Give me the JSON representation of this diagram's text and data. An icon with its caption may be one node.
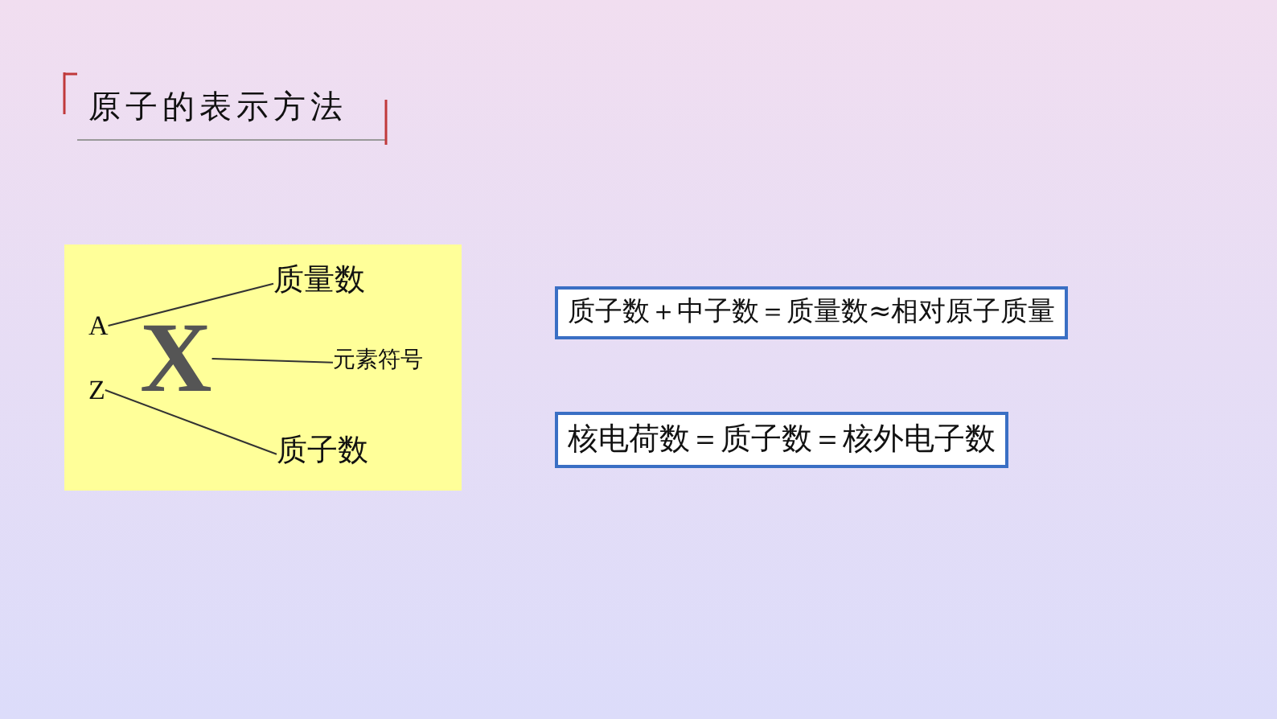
{
  "diagram": {
    "title": "原子的表示方法",
    "nodes": [
      {
        "text": [],
        "shape": "box"
      },
      {
        "text": [
          "A"
        ],
        "in": 0
      },
      {
        "text": [
          "X"
        ],
        "in": 0
      },
      {
        "text": [
          "Z"
        ],
        "in": 0
      },
      {
        "text": [
          "质量数"
        ],
        "in": 0
      },
      {
        "text": [
          "元素符号"
        ],
        "in": 0
      },
      {
        "text": [
          "质子数"
        ],
        "in": 0
      },
      {
        "text": [
          "质子数＋中子数＝质量数≈相对原子质量"
        ]
      },
      {
        "text": [
          "核电荷数＝质子数＝核外电子数"
        ]
      }
    ],
    "edges": [
      {
        "from": 4,
        "to": 1,
        "arrow": "none"
      },
      {
        "from": 5,
        "to": 2,
        "arrow": "none"
      },
      {
        "from": 6,
        "to": 3,
        "arrow": "none"
      }
    ]
  }
}
